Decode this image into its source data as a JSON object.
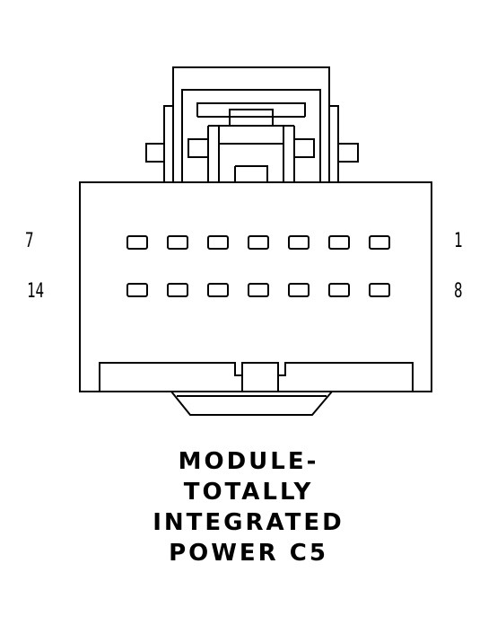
{
  "connector": {
    "pin_labels": {
      "left_top": "7",
      "left_bottom": "14",
      "right_top": "1",
      "right_bottom": "8"
    },
    "pin_rows": 2,
    "pins_per_row": 7
  },
  "caption": {
    "lines": [
      "MODULE-",
      "TOTALLY",
      "INTEGRATED",
      "POWER C5"
    ]
  }
}
